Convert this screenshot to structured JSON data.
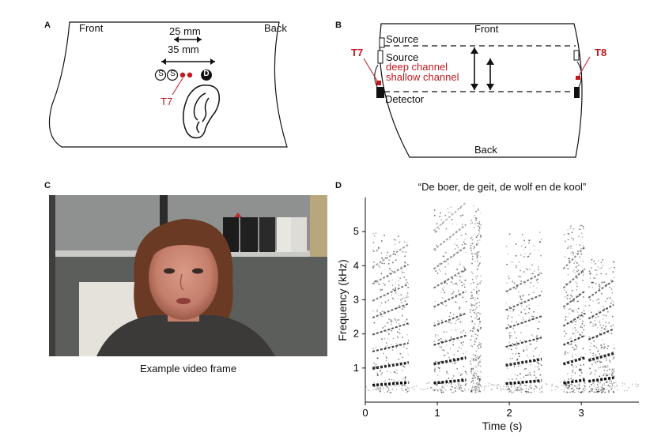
{
  "panels": {
    "a": {
      "label": "A",
      "front": "Front",
      "back": "Back",
      "dist_inner": "25 mm",
      "dist_outer": "35 mm",
      "source_glyph": "S",
      "detector_glyph": "D",
      "electrode": "T7",
      "colors": {
        "outline": "#111111",
        "accent": "#c0181e"
      }
    },
    "b": {
      "label": "B",
      "front": "Front",
      "back": "Back",
      "source_top": "Source",
      "source_mid": "Source",
      "deep": "deep channel",
      "shallow": "shallow channel",
      "detector": "Detector",
      "left_electrode": "T7",
      "right_electrode": "T8"
    },
    "c": {
      "label": "C",
      "caption": "Example video frame"
    },
    "d": {
      "label": "D",
      "title": "“De boer, de geit, de wolf en de kool”"
    }
  },
  "chart_data": {
    "type": "heatmap",
    "title": "“De boer, de geit, de wolf en de kool”",
    "xlabel": "Time (s)",
    "ylabel": "Frequency (kHz)",
    "xlim": [
      0,
      3.8
    ],
    "ylim": [
      0,
      6
    ],
    "xticks": [
      0,
      1,
      2,
      3
    ],
    "yticks": [
      1,
      2,
      3,
      4,
      5
    ],
    "grid": false,
    "colormap": "gray_r",
    "segments": [
      {
        "start": 0.1,
        "end": 0.6,
        "f0": 0.55,
        "harmonics": 8,
        "top": 5.0
      },
      {
        "start": 0.95,
        "end": 1.4,
        "f0": 0.62,
        "harmonics": 9,
        "top": 5.8
      },
      {
        "start": 1.45,
        "end": 1.6,
        "f0": 0,
        "harmonics": 0,
        "top": 5.8
      },
      {
        "start": 1.95,
        "end": 2.45,
        "f0": 0.6,
        "harmonics": 6,
        "top": 5.0
      },
      {
        "start": 2.75,
        "end": 3.05,
        "f0": 0.62,
        "harmonics": 7,
        "top": 5.2
      },
      {
        "start": 3.1,
        "end": 3.45,
        "f0": 0.68,
        "harmonics": 5,
        "top": 4.2
      }
    ]
  }
}
